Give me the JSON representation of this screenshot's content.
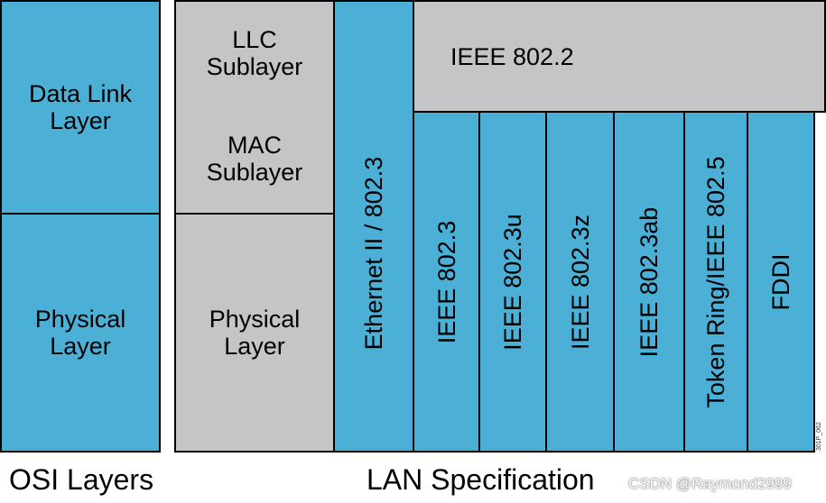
{
  "osi": {
    "data_link": "Data Link\nLayer",
    "physical": "Physical\nLayer"
  },
  "lan": {
    "llc": "LLC\nSublayer",
    "mac": "MAC\nSublayer",
    "physical": "Physical\nLayer",
    "ethernet": "Ethernet II / 802.3",
    "ieee_8022": "IEEE 802.2",
    "columns": [
      "IEEE 802.3",
      "IEEE 802.3u",
      "IEEE 802.3z",
      "IEEE 802.3ab",
      "Token Ring/IEEE 802.5",
      "FDDI"
    ]
  },
  "captions": {
    "osi": "OSI Layers",
    "lan": "LAN Specification"
  },
  "watermark": "CSDN @Raymond2999",
  "figure_code": "301P_062",
  "colors": {
    "blue": "#4cb0d6",
    "gray": "#c5c5c8",
    "border": "#000000"
  }
}
